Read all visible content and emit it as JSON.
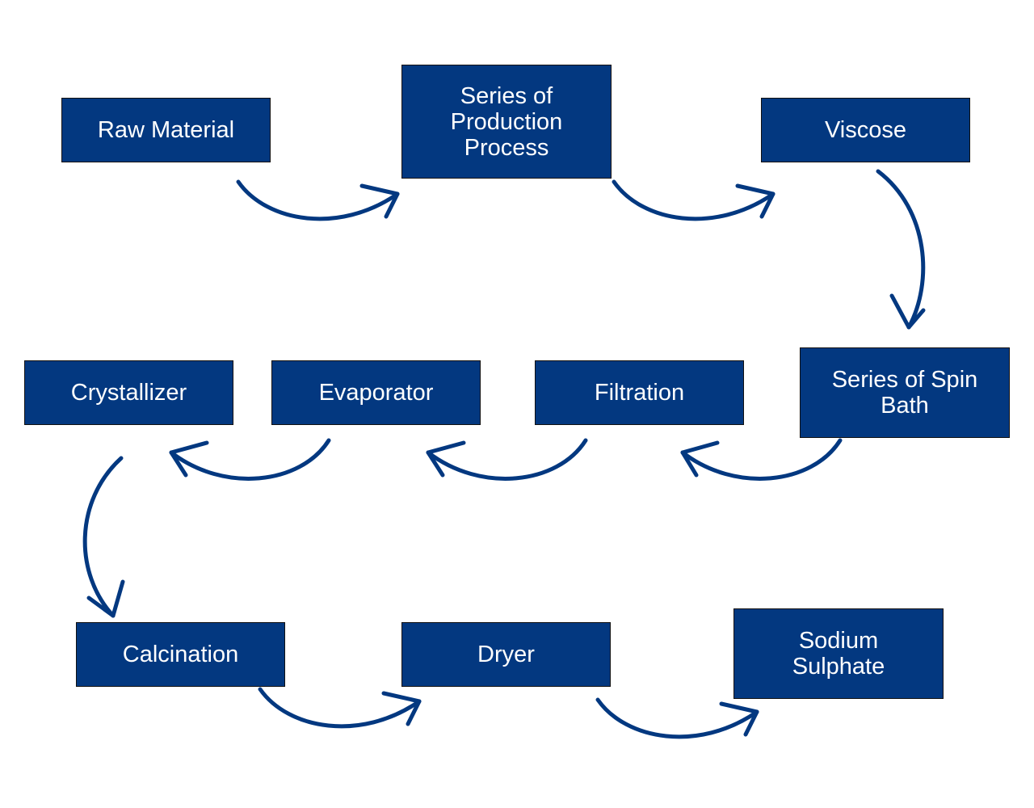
{
  "theme": {
    "box_color": "#033880",
    "text_color": "#ffffff",
    "arrow_color": "#033880",
    "background": "#ffffff"
  },
  "nodes": {
    "raw_material": "Raw Material",
    "production_process": "Series of Production Process",
    "viscose": "Viscose",
    "spin_bath": "Series of Spin Bath",
    "filtration": "Filtration",
    "evaporator": "Evaporator",
    "crystallizer": "Crystallizer",
    "calcination": "Calcination",
    "dryer": "Dryer",
    "sodium_sulphate": "Sodium Sulphate"
  },
  "flow": [
    [
      "raw_material",
      "production_process"
    ],
    [
      "production_process",
      "viscose"
    ],
    [
      "viscose",
      "spin_bath"
    ],
    [
      "spin_bath",
      "filtration"
    ],
    [
      "filtration",
      "evaporator"
    ],
    [
      "evaporator",
      "crystallizer"
    ],
    [
      "crystallizer",
      "calcination"
    ],
    [
      "calcination",
      "dryer"
    ],
    [
      "dryer",
      "sodium_sulphate"
    ]
  ]
}
